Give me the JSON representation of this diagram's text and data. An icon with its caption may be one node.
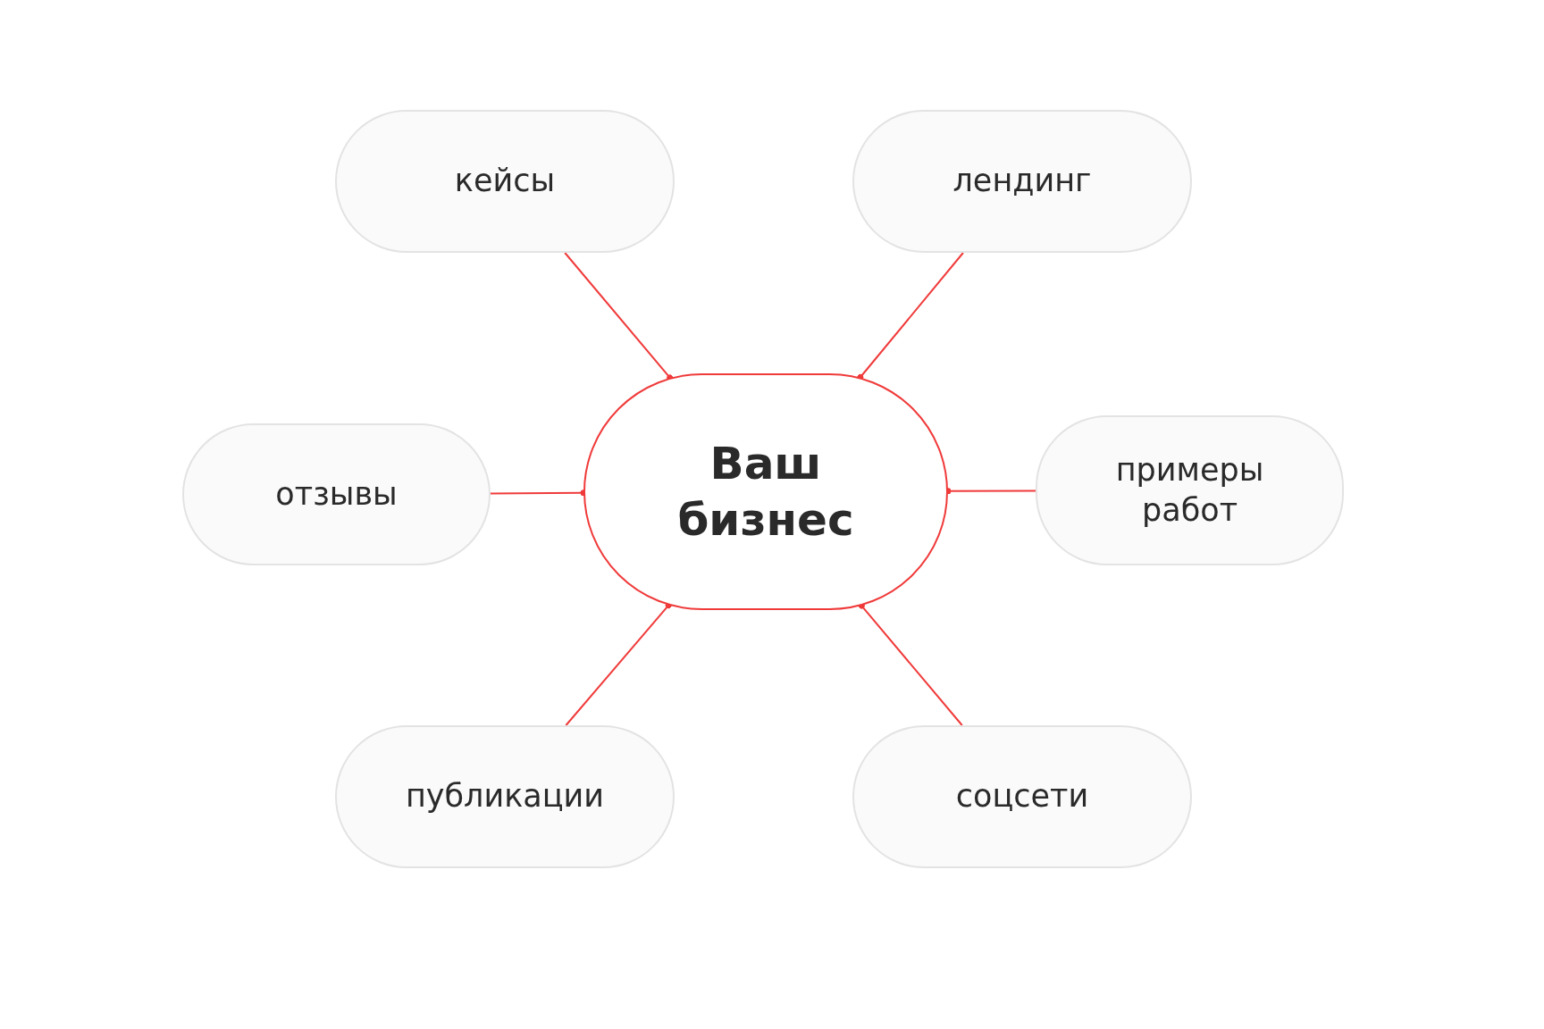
{
  "diagram": {
    "nodes": [
      {
        "text": [
          "кейсы"
        ]
      },
      {
        "text": [
          "лендинг"
        ]
      },
      {
        "text": [
          "отзывы"
        ]
      },
      {
        "text": [
          "Ваш бизнес"
        ]
      },
      {
        "text": [
          "примеры работ"
        ]
      },
      {
        "text": [
          "публикации"
        ]
      },
      {
        "text": [
          "соцсети"
        ]
      }
    ],
    "edges": [
      {
        "from": 0,
        "to": 3,
        "arrow": "other",
        "color": "#f03a3a"
      },
      {
        "from": 1,
        "to": 3,
        "arrow": "other",
        "color": "#f03a3a"
      },
      {
        "from": 2,
        "to": 3,
        "arrow": "other",
        "color": "#f03a3a"
      },
      {
        "from": 4,
        "to": 3,
        "arrow": "other",
        "color": "#f03a3a"
      },
      {
        "from": 5,
        "to": 3,
        "arrow": "other",
        "color": "#f03a3a"
      },
      {
        "from": 6,
        "to": 3,
        "arrow": "other",
        "color": "#f03a3a"
      }
    ]
  }
}
